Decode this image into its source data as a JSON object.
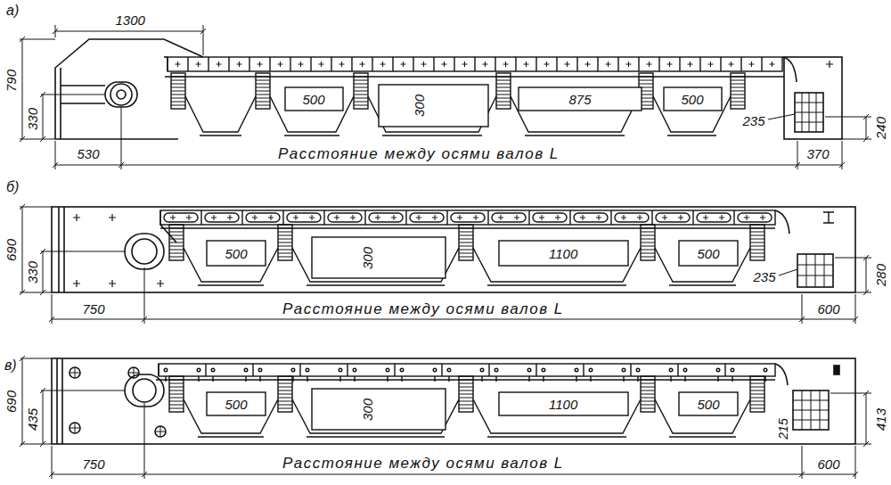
{
  "diagram": {
    "labels": [
      "а)",
      "1300",
      "790",
      "330",
      "500",
      "300",
      "875",
      "500",
      "235",
      "240",
      "530",
      "Расстояние между осями валов L",
      "370",
      "б)",
      "690",
      "330",
      "500",
      "300",
      "1100",
      "500",
      "235",
      "280",
      "750",
      "Расстояние между осями валов L",
      "600",
      "в)",
      "690",
      "435",
      "500",
      "300",
      "1100",
      "500",
      "215",
      "413",
      "750",
      "Расстояние между осями валов L",
      "600"
    ]
  }
}
